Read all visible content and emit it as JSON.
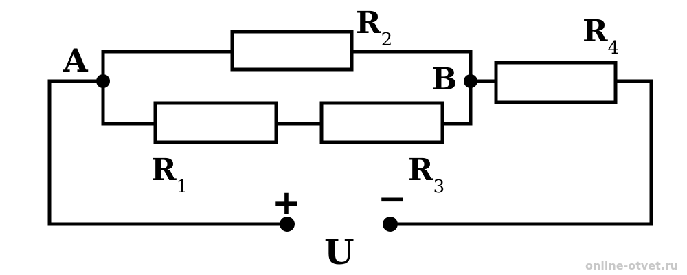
{
  "nodes": {
    "a": "A",
    "b": "B"
  },
  "resistors": {
    "r1": {
      "letter": "R",
      "index": "1"
    },
    "r2": {
      "letter": "R",
      "index": "2"
    },
    "r3": {
      "letter": "R",
      "index": "3"
    },
    "r4": {
      "letter": "R",
      "index": "4"
    }
  },
  "source": {
    "plus": "+",
    "minus": "−",
    "voltage": "U"
  },
  "watermark": "online-otvet.ru"
}
